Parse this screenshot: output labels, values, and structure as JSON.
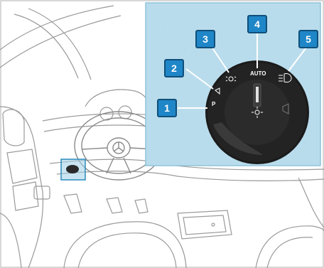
{
  "callouts": [
    {
      "label": "1"
    },
    {
      "label": "2"
    },
    {
      "label": "3"
    },
    {
      "label": "4"
    },
    {
      "label": "5"
    }
  ],
  "switch": {
    "auto_label": "AUTO"
  },
  "colors": {
    "panel_bg": "#b9dcec",
    "panel_border": "#8fc3da",
    "callout_fill": "#1f86c7",
    "callout_stroke": "#0f4f7a",
    "knob": "#1b1b1b",
    "sketch": "#9a9a9a"
  },
  "icons": [
    "steering-wheel-icon",
    "light-switch-icon",
    "parking-light-icon",
    "low-beam-icon",
    "fog-light-icon"
  ]
}
